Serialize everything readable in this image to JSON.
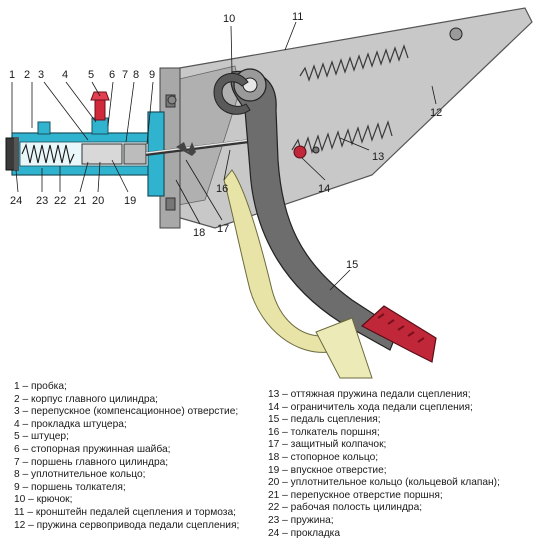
{
  "callouts": {
    "c1": "1",
    "c2": "2",
    "c3": "3",
    "c4": "4",
    "c5": "5",
    "c6": "6",
    "c7": "7",
    "c8": "8",
    "c9": "9",
    "c10": "10",
    "c11": "11",
    "c12": "12",
    "c13": "13",
    "c14": "14",
    "c15": "15",
    "c16": "16",
    "c17": "17",
    "c18": "18",
    "c19": "19",
    "c20": "20",
    "c21": "21",
    "c22": "22",
    "c23": "23",
    "c24": "24"
  },
  "legend_left": [
    "1 – пробка;",
    "2 – корпус главного цилиндра;",
    "3 – перепускное (компенсационное) отверстие;",
    "4 – прокладка штуцера;",
    "5 – штуцер;",
    "6 – стопорная пружинная шайба;",
    "7 – поршень главного цилиндра;",
    "8 – уплотнительное кольцо;",
    "9 – поршень толкателя;",
    "10 – крючок;",
    "11 – кронштейн педалей сцепления и тормоза;",
    "12 – пружина сервопривода педали сцепления;"
  ],
  "legend_right": [
    "13 – оттяжная пружина педали сцепления;",
    "14 – ограничитель хода педали сцепления;",
    "15 – педаль сцепления;",
    "16 – толкатель поршня;",
    "17 – защитный колпачок;",
    "18 – стопорное кольцо;",
    "19 – впускное отверстие;",
    "20 – уплотнительное кольцо (кольцевой клапан);",
    "21 – перепускное отверстие поршня;",
    "22 – рабочая полость цилиндра;",
    "23 – пружина;",
    "24 – прокладка"
  ],
  "colors": {
    "cylinder": "#2fb3cf",
    "bracket": "#c6c6c6",
    "pedal": "#6a6a6a",
    "boot": "#e8e4a8",
    "pad": "#c0283a",
    "fitting": "#d02a3a"
  }
}
